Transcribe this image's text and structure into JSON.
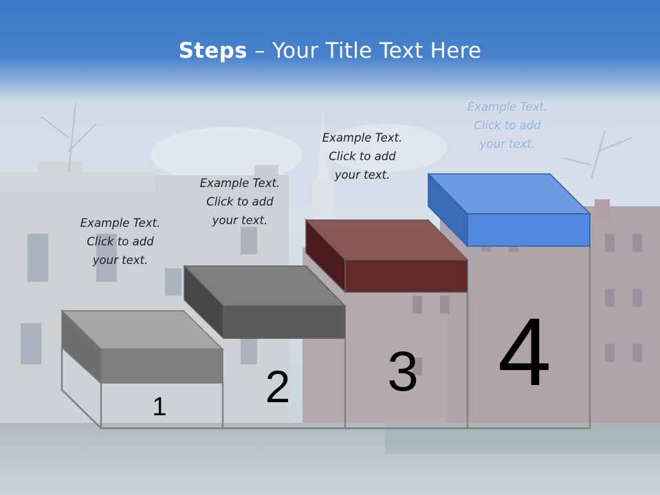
{
  "title": {
    "bold": "Steps",
    "rest": " – Your Title Text Here"
  },
  "steps": [
    {
      "number": "1",
      "lines": [
        "Example Text.",
        "Click  to add",
        "your text."
      ],
      "color": "#7f7f7f"
    },
    {
      "number": "2",
      "lines": [
        "Example Text.",
        "Click  to add",
        "your text."
      ],
      "color": "#595959"
    },
    {
      "number": "3",
      "lines": [
        "Example Text.",
        "Click  to add",
        "your text."
      ],
      "color": "#632523"
    },
    {
      "number": "4",
      "lines": [
        "Example Text.",
        "Click  to add",
        "your text."
      ],
      "color": "#4a7ebf"
    }
  ]
}
